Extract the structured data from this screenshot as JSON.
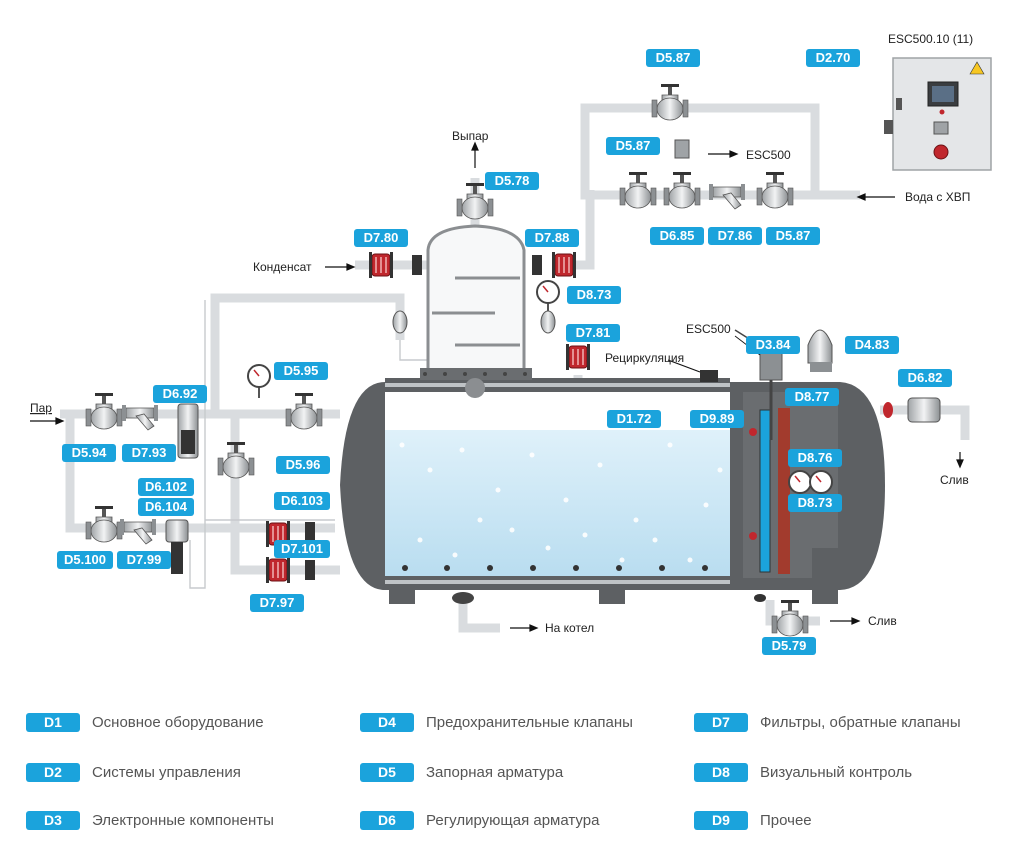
{
  "tags": {
    "esc_box_title": "ESC500.10 (11)",
    "d2_70": "D2.70",
    "d5_87a": "D5.87",
    "d5_87b": "D5.87",
    "d5_87c": "D5.87",
    "d6_85": "D6.85",
    "d7_86": "D7.86",
    "esc500_top": "ESC500",
    "voda_hvp": "Вода с ХВП",
    "vypar": "Выпар",
    "d5_78": "D5.78",
    "d7_80": "D7.80",
    "d7_88": "D7.88",
    "kondensat": "Конденсат",
    "d8_73a": "D8.73",
    "d7_81": "D7.81",
    "recirc": "Рециркуляция",
    "esc500_mid": "ESC500",
    "d3_84": "D3.84",
    "d4_83": "D4.83",
    "d8_77": "D8.77",
    "d6_82": "D6.82",
    "sliv_right": "Слив",
    "d5_95": "D5.95",
    "d6_92": "D6.92",
    "par": "Пар",
    "d5_94": "D5.94",
    "d7_93": "D7.93",
    "d5_96": "D5.96",
    "d1_72": "D1.72",
    "d9_89": "D9.89",
    "d8_76": "D8.76",
    "d8_73b": "D8.73",
    "d6_102": "D6.102",
    "d6_104": "D6.104",
    "d6_103": "D6.103",
    "d7_101": "D7.101",
    "d5_100": "D5.100",
    "d7_99": "D7.99",
    "d7_97": "D7.97",
    "na_kotel": "На котел",
    "sliv_bottom": "Слив",
    "d5_79": "D5.79"
  },
  "legend": [
    {
      "code": "D1",
      "text": "Основное оборудование"
    },
    {
      "code": "D2",
      "text": "Системы управления"
    },
    {
      "code": "D3",
      "text": "Электронные компоненты"
    },
    {
      "code": "D4",
      "text": "Предохранительные клапаны"
    },
    {
      "code": "D5",
      "text": "Запорная арматура"
    },
    {
      "code": "D6",
      "text": "Регулирующая арматура"
    },
    {
      "code": "D7",
      "text": "Фильтры, обратные клапаны"
    },
    {
      "code": "D8",
      "text": "Визуальный контроль"
    },
    {
      "code": "D9",
      "text": "Прочее"
    }
  ],
  "colors": {
    "accent": "#1ba3dc",
    "pipe": "#d9dcdf",
    "tank": "#5d6063",
    "water": "#c9e6f5",
    "filter_red": "#c0272d"
  }
}
